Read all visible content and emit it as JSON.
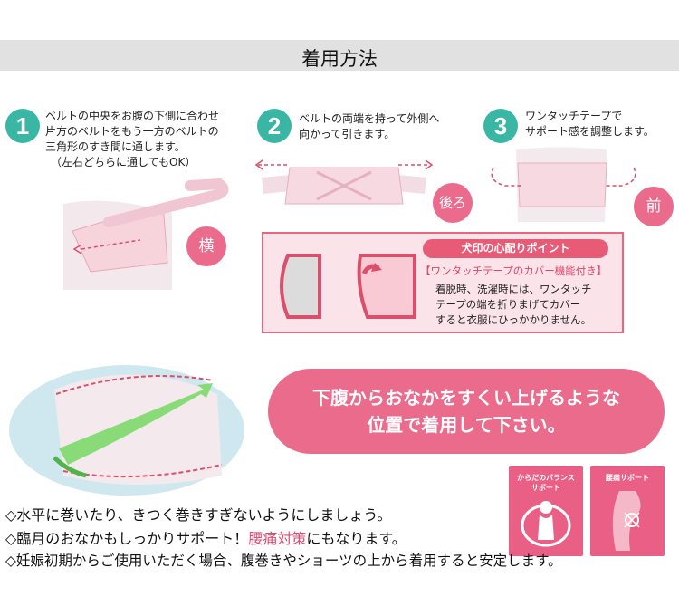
{
  "header": {
    "title": "着用方法"
  },
  "steps": [
    {
      "number": "1",
      "lines": [
        "ベルトの中央をお腹の下側に合わせ",
        "片方のベルトをもう一方のベルトの",
        "三角形のすき間に通します。",
        "（左右どちらに通してもOK）"
      ],
      "color": "#3ab7a4"
    },
    {
      "number": "2",
      "lines": [
        "ベルトの両端を持って外側へ",
        "向かって引きます。"
      ],
      "color": "#3ab7a4"
    },
    {
      "number": "3",
      "lines": [
        "ワンタッチテープで",
        "サポート感を調整します。"
      ],
      "color": "#3ab7a4"
    }
  ],
  "tags": {
    "side": "横",
    "back": "後ろ",
    "front": "前"
  },
  "point_box": {
    "header": "犬印の心配りポイント",
    "subheader": "【ワンタッチテープのカバー機能付き】",
    "lines": [
      "着脱時、洗濯時には、ワンタッチ",
      "テープの端を折りまげてカバー",
      "すると衣服にひっかかりません。"
    ]
  },
  "banner": {
    "line1": "下腹からおなかをすくい上げるような",
    "line2": "位置で着用して下さい。"
  },
  "badges": [
    {
      "label_line1": "からだのバランス",
      "label_line2": "サポート"
    },
    {
      "label_line1": "腰痛サポート",
      "label_line2": ""
    }
  ],
  "notes": {
    "line1": "◇水平に巻いたり、きつく巻きすぎないようにしましょう。",
    "line2_prefix": "◇臨月のおなかもしっかりサポート！",
    "line2_highlight": "腰痛対策",
    "line2_suffix": "にもなります。",
    "line3": "◇妊娠初期からご使用いただく場合、腹巻きやショーツの上から着用すると安定します。"
  },
  "colors": {
    "accent_teal": "#3ab7a4",
    "accent_pink": "#ea6b8c",
    "title_bar": "#e1e1e1"
  }
}
